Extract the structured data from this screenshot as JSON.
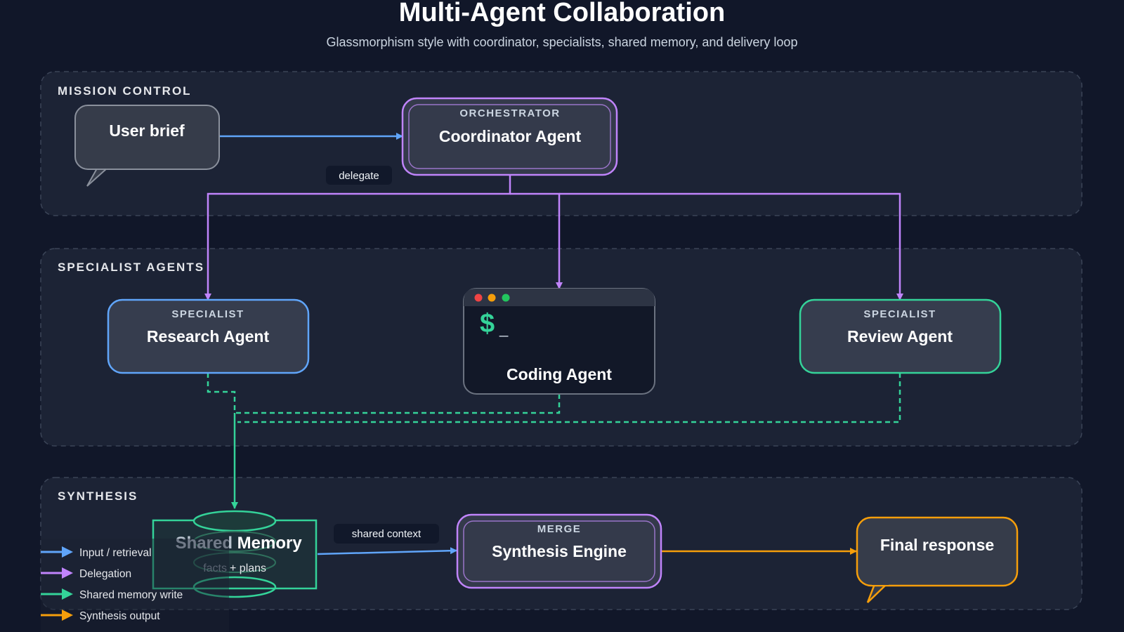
{
  "header": {
    "title": "Multi-Agent Collaboration",
    "subtitle": "Glassmorphism style with coordinator, specialists, shared memory, and delivery loop"
  },
  "zones": {
    "mission_control": "MISSION CONTROL",
    "specialists": "SPECIALIST AGENTS",
    "synthesis": "SYNTHESIS"
  },
  "nodes": {
    "user_brief": {
      "name": "User brief"
    },
    "coordinator": {
      "tag": "ORCHESTRATOR",
      "name": "Coordinator Agent"
    },
    "research": {
      "tag": "SPECIALIST",
      "name": "Research Agent"
    },
    "coding": {
      "prompt": "$",
      "cursor": "_",
      "name": "Coding Agent"
    },
    "review": {
      "tag": "SPECIALIST",
      "name": "Review Agent"
    },
    "memory": {
      "name_part1": "Shared",
      "name_part2": "Memory",
      "caption_part1": "facts",
      "caption_part2": "+ plans"
    },
    "synthesis": {
      "tag": "MERGE",
      "name": "Synthesis Engine"
    },
    "final": {
      "name": "Final response"
    }
  },
  "edge_labels": {
    "delegate": "delegate",
    "shared_context": "shared context"
  },
  "legend": [
    {
      "label": "Input / retrieval",
      "color": "#60a5fa"
    },
    {
      "label": "Delegation",
      "color": "#c084fc"
    },
    {
      "label": "Shared memory write",
      "color": "#34d399"
    },
    {
      "label": "Synthesis output",
      "color": "#f59e0b"
    }
  ],
  "colors": {
    "blue": "#60a5fa",
    "purple": "#c084fc",
    "green": "#34d399",
    "orange": "#f59e0b",
    "red_dot": "#ef4444",
    "yellow_dot": "#f59e0b",
    "green_dot": "#22c55e"
  }
}
